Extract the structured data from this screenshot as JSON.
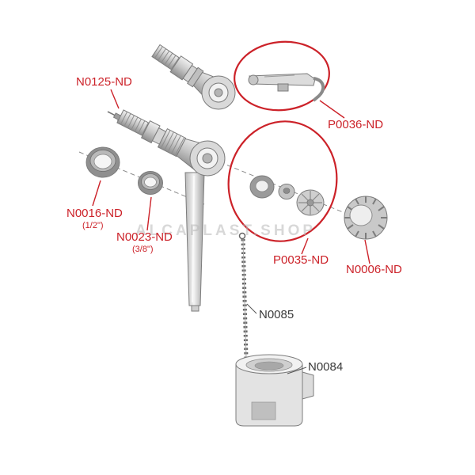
{
  "diagram": {
    "title": "exploded-parts-diagram-fill-valve",
    "watermark": "ALCAPLAST.SHOP",
    "colors": {
      "label_red": "#cc2229",
      "line_gray": "#8a8a8a"
    },
    "labels": {
      "n0125": "N0125-ND",
      "n0016": "N0016-ND",
      "n0016_size": "(1/2\")",
      "n0023": "N0023-ND",
      "n0023_size": "(3/8\")",
      "p0036": "P0036-ND",
      "p0035": "P0035-ND",
      "n0006": "N0006-ND",
      "n0085": "N0085",
      "n0084": "N0084"
    }
  }
}
